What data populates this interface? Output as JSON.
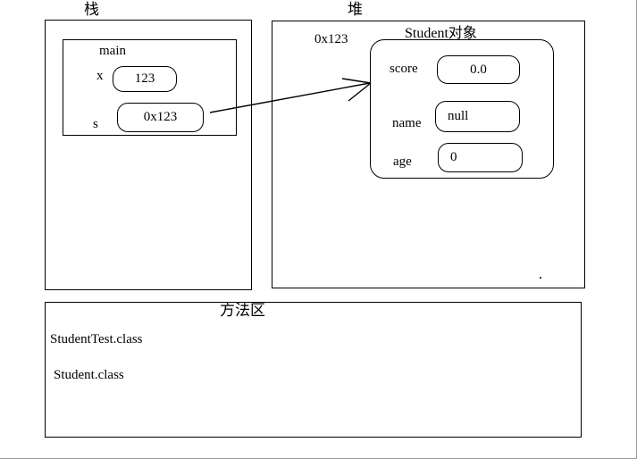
{
  "diagram": {
    "title_stack": "栈",
    "title_heap": "堆",
    "title_method_area": "方法区",
    "stack": {
      "frame_label": "main",
      "variables": [
        {
          "name": "x",
          "value": "123"
        },
        {
          "name": "s",
          "value": "0x123"
        }
      ]
    },
    "heap": {
      "address_label": "0x123",
      "object_title": "Student对象",
      "fields": [
        {
          "name": "score",
          "value": "0.0"
        },
        {
          "name": "name",
          "value": "null"
        },
        {
          "name": "age",
          "value": "0"
        }
      ]
    },
    "method_area": {
      "entries": [
        "StudentTest.class",
        "Student.class"
      ]
    },
    "arrow": {
      "label": "",
      "from": "s",
      "to": "Student对象"
    },
    "colors": {
      "stroke": "#000000",
      "background": "#ffffff",
      "text": "#000000"
    }
  }
}
